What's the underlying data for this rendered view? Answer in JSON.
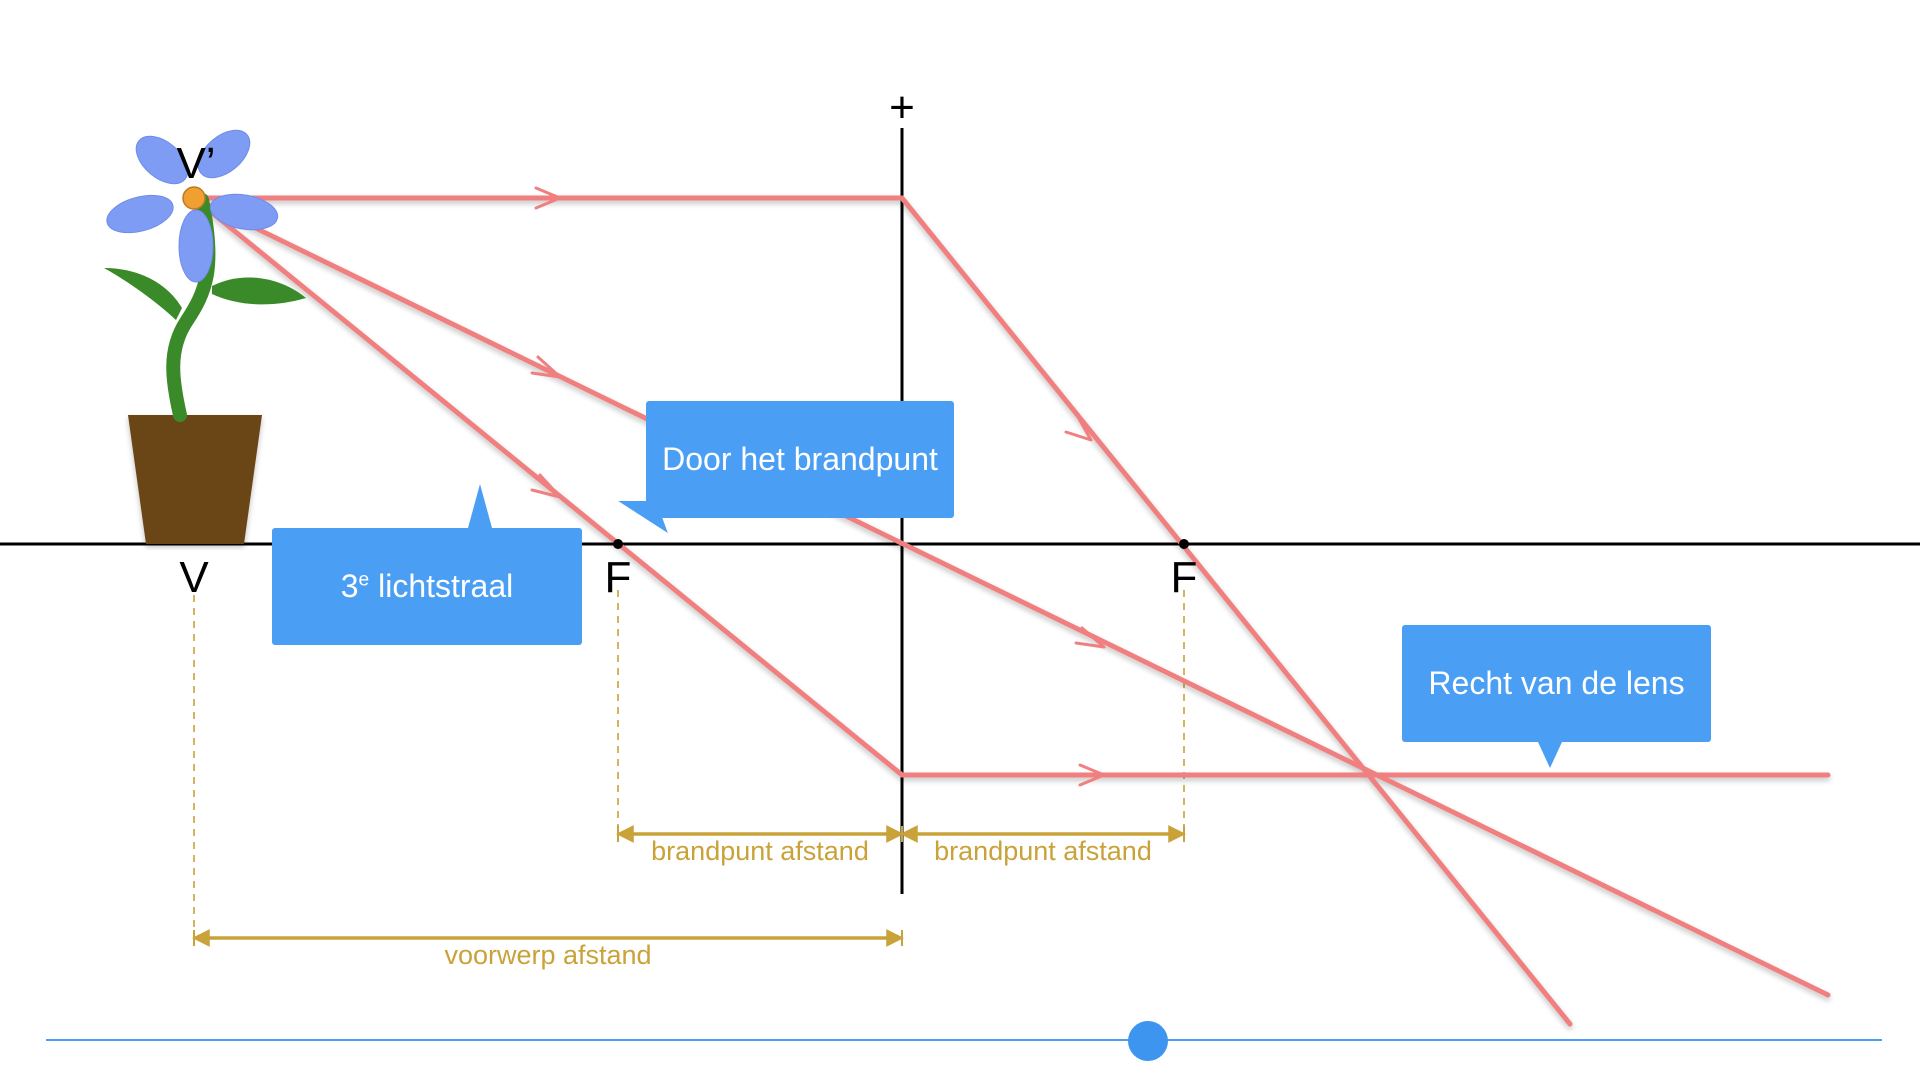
{
  "labels": {
    "lens_sign": "+",
    "object_base": "V",
    "object_tip": "V’",
    "focal_left": "F",
    "focal_right": "F",
    "focal_distance_left": "brandpunt afstand",
    "focal_distance_right": "brandpunt afstand",
    "object_distance": "voorwerp afstand"
  },
  "callouts": {
    "through_focus": "Door het brandpunt",
    "third_ray_prefix": "3",
    "third_ray_sup": "e",
    "third_ray_suffix": " lichtstraal",
    "right_of_lens": "Recht van de lens"
  },
  "colors": {
    "ray": "#f08080",
    "axis": "#000000",
    "dimension": "#c9a23a",
    "callout": "#4a9ff5",
    "slider": "#4a9ff5",
    "flower_petal": "#7f9cf5",
    "flower_center": "#f0a030",
    "stem": "#3a8a2a",
    "pot": "#6b4515"
  },
  "slider": {
    "value": 0.6
  }
}
